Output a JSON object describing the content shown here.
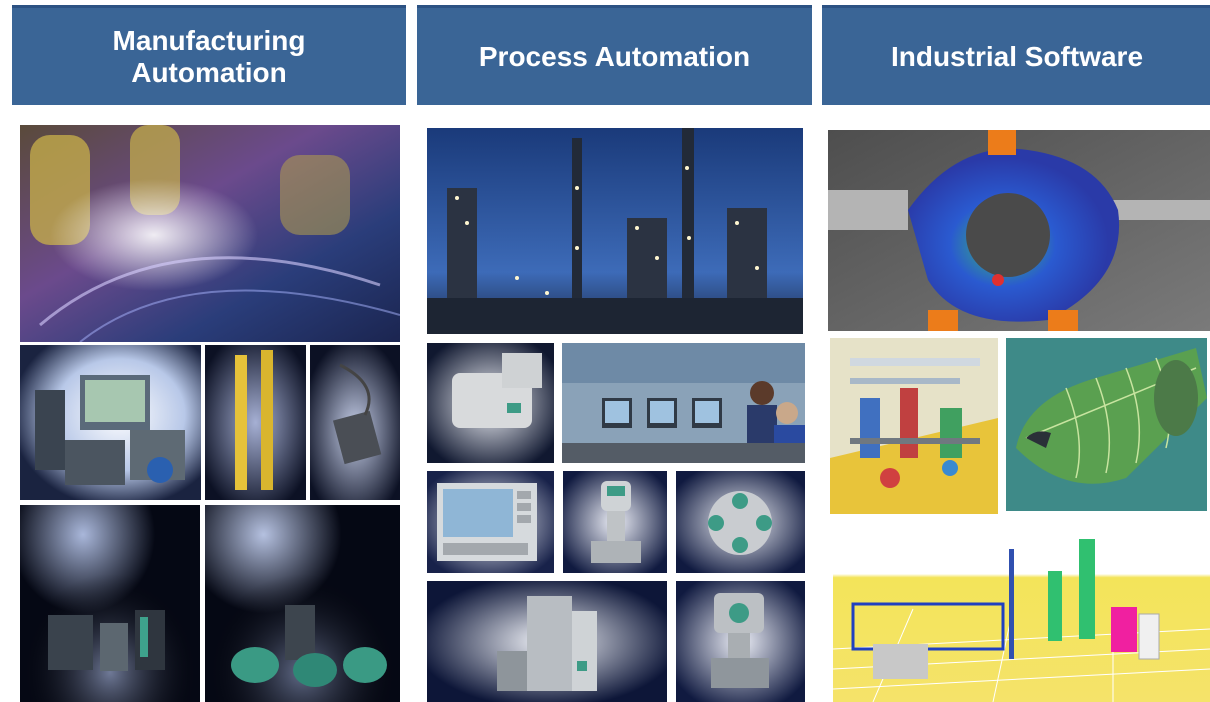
{
  "columns": [
    {
      "title_line1": "Manufacturing",
      "title_line2": "Automation"
    },
    {
      "title": "Process Automation"
    },
    {
      "title": "Industrial Software"
    }
  ],
  "colors": {
    "header_bg": "#3a6596",
    "header_text": "#ffffff"
  },
  "images": [
    "robot-assembly-line-photo",
    "automation-controllers-photo",
    "light-curtain-photo",
    "sensor-photo",
    "drive-cabinet-photo",
    "motors-photo",
    "refinery-night-photo",
    "motor-photo",
    "control-room-photo",
    "operator-panel-photo",
    "flowmeter-photo",
    "valve-photo",
    "analyzer-cabinet-photo",
    "pressure-transmitter-photo",
    "cae-simulation-render",
    "plant-3d-model-render",
    "aircraft-fuselage-render",
    "plant-wireframe-render"
  ]
}
